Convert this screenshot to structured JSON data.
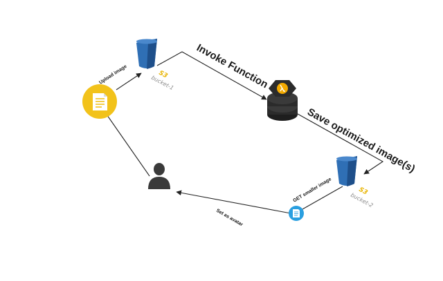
{
  "labels": {
    "invoke_function": "Invoke Function",
    "save_optimized": "Save optimized image(s)",
    "upload_image": "Upload image",
    "get_smaller_image": "GET smaller image",
    "set_as_avatar": "Set as avatar"
  },
  "buckets": [
    {
      "service": "S3",
      "name": "bucket-1"
    },
    {
      "service": "S3",
      "name": "bucket-2"
    }
  ],
  "colors": {
    "s3_blue": "#2f6fb5",
    "s3_blue_dark": "#1e4f8a",
    "s3_label": "#e8b400",
    "upload_yellow": "#f2c21a",
    "get_blue": "#2a9fe0",
    "lambda_dark": "#2b2b2b",
    "lambda_accent": "#f2a900",
    "user_gray": "#3a3a3a"
  },
  "icons": [
    "s3-bucket-icon",
    "lambda-stack-icon",
    "document-icon",
    "user-icon"
  ]
}
